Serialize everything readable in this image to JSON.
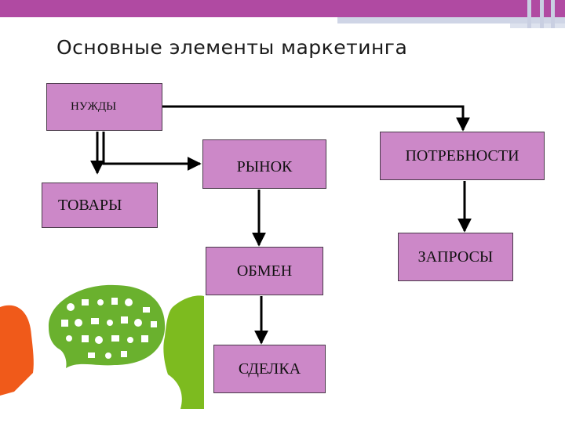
{
  "title": "Основные элементы маркетинга",
  "nodes": {
    "needs": "НУЖДЫ",
    "market": "РЫНОК",
    "wants": "ПОТРЕБНОСТИ",
    "goods": "ТОВАРЫ",
    "exchange": "ОБМЕН",
    "demands": "ЗАПРОСЫ",
    "deal": "СДЕЛКА"
  },
  "edges": [
    {
      "from": "НУЖДЫ",
      "to": "ТОВАРЫ"
    },
    {
      "from": "НУЖДЫ",
      "to": "РЫНОК"
    },
    {
      "from": "НУЖДЫ",
      "to": "ПОТРЕБНОСТИ"
    },
    {
      "from": "РЫНОК",
      "to": "ОБМЕН"
    },
    {
      "from": "ОБМЕН",
      "to": "СДЕЛКА"
    },
    {
      "from": "ПОТРЕБНОСТИ",
      "to": "ЗАПРОСЫ"
    }
  ],
  "colors": {
    "box_fill": "#cc88c8",
    "top_bar": "#b04aa2",
    "head_left": "#f05a1a",
    "head_right": "#7dbb1f",
    "bubble": "#6ab12e"
  }
}
